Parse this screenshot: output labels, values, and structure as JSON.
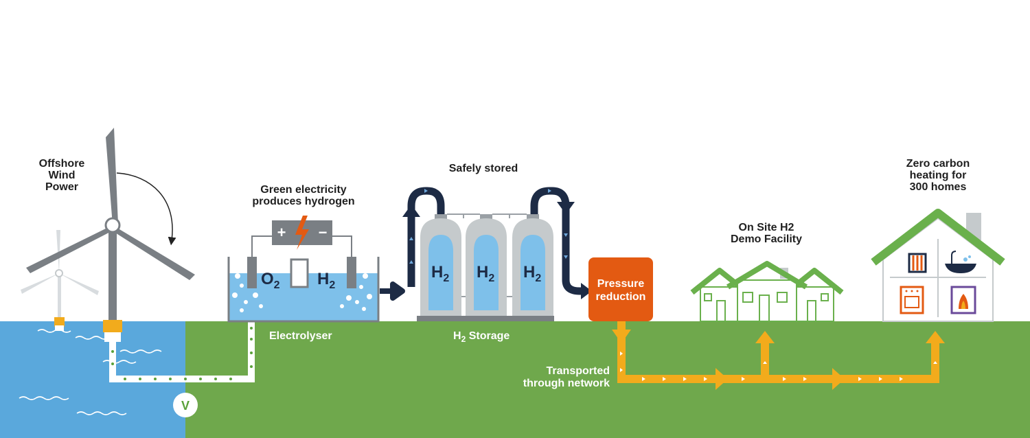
{
  "labels": {
    "offshore": [
      "Offshore",
      "Wind",
      "Power"
    ],
    "green_electricity": [
      "Green electricity",
      "produces hydrogen"
    ],
    "safely_stored": "Safely stored",
    "demo_facility": [
      "On Site H2",
      "Demo Facility"
    ],
    "zero_carbon": [
      "Zero carbon",
      "heating for",
      "300 homes"
    ],
    "electrolyser": "Electrolyser",
    "storage_prefix": "H",
    "storage_sub": "2",
    "storage_suffix": " Storage",
    "pressure": [
      "Pressure",
      "reduction"
    ],
    "transported": [
      "Transported",
      "through network"
    ]
  },
  "electrolyser": {
    "o_letter": "O",
    "o_sub": "2",
    "h_letter": "H",
    "h_sub": "2",
    "plus": "+",
    "minus": "−"
  },
  "tanks": [
    {
      "letter": "H",
      "sub": "2"
    },
    {
      "letter": "H",
      "sub": "2"
    },
    {
      "letter": "H",
      "sub": "2"
    }
  ],
  "valve_letter": "V",
  "colors": {
    "sea": "#5aa8dc",
    "ground": "#6fa84c",
    "house_green": "#6ab04c",
    "pressure_orange": "#e35a12",
    "pipe_yellow": "#f2ab1c",
    "dark_navy": "#1d2b45",
    "water": "#7ec0ea",
    "tank_blue": "#7ec0ea"
  }
}
